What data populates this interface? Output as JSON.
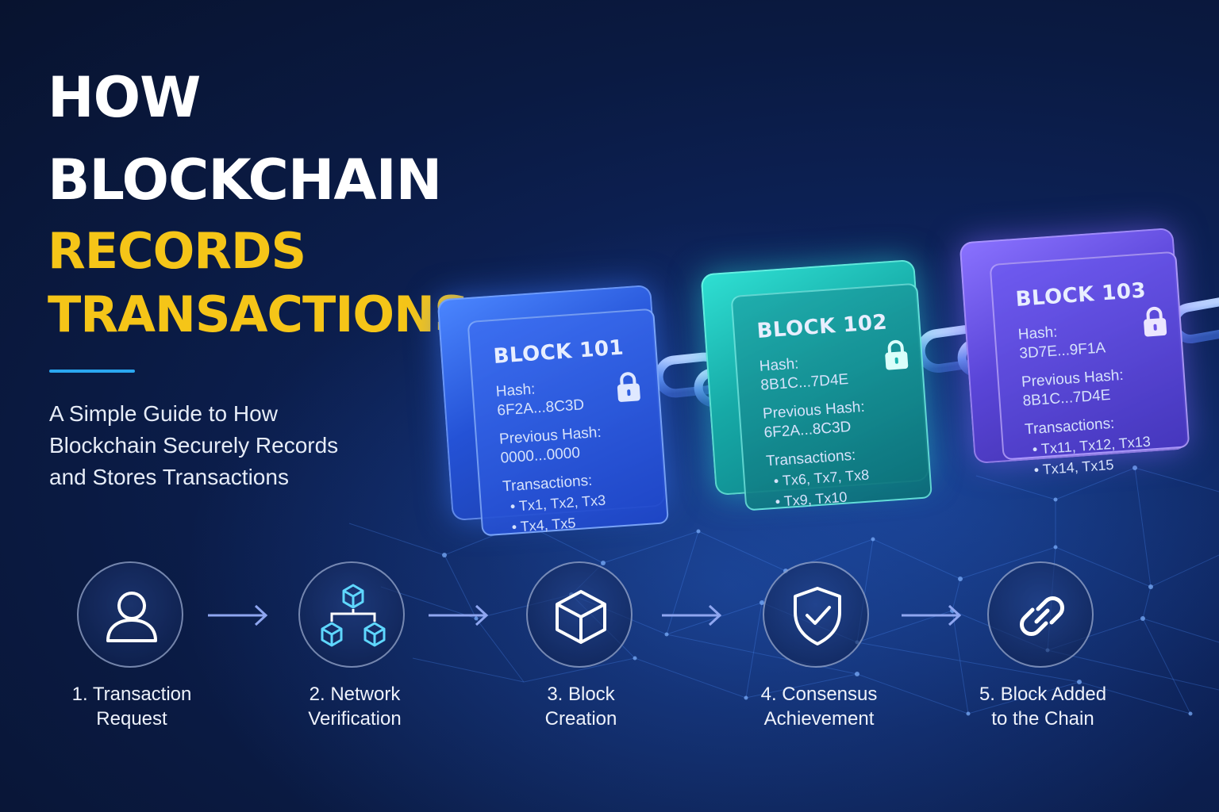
{
  "title": {
    "line1": "HOW",
    "line2": "BLOCKCHAIN",
    "line3": "RECORDS",
    "line4": "TRANSACTIONS"
  },
  "subtitle": "A Simple Guide to How Blockchain Securely Records and Stores Transactions",
  "blocks": [
    {
      "name": "BLOCK 101",
      "hash_label": "Hash:",
      "hash": "6F2A...8C3D",
      "prev_label": "Previous Hash:",
      "prev_hash": "0000...0000",
      "tx_label": "Transactions:",
      "tx_line1": "• Tx1, Tx2, Tx3",
      "tx_line2": "• Tx4, Tx5",
      "color": "#2f5fe0"
    },
    {
      "name": "BLOCK 102",
      "hash_label": "Hash:",
      "hash": "8B1C...7D4E",
      "prev_label": "Previous Hash:",
      "prev_hash": "6F2A...8C3D",
      "tx_label": "Transactions:",
      "tx_line1": "• Tx6, Tx7, Tx8",
      "tx_line2": "• Tx9, Tx10",
      "color": "#18b3ad"
    },
    {
      "name": "BLOCK 103",
      "hash_label": "Hash:",
      "hash": "3D7E...9F1A",
      "prev_label": "Previous Hash:",
      "prev_hash": "8B1C...7D4E",
      "tx_label": "Transactions:",
      "tx_line1": "• Tx11, Tx12, Tx13",
      "tx_line2": "• Tx14, Tx15",
      "color": "#6a52e6"
    }
  ],
  "steps": [
    {
      "line1": "1. Transaction",
      "line2": "Request",
      "icon": "user-icon"
    },
    {
      "line1": "2. Network",
      "line2": "Verification",
      "icon": "network-cubes-icon"
    },
    {
      "line1": "3. Block",
      "line2": "Creation",
      "icon": "cube-icon"
    },
    {
      "line1": "4. Consensus",
      "line2": "Achievement",
      "icon": "shield-check-icon"
    },
    {
      "line1": "5. Block Added",
      "line2": "to the Chain",
      "icon": "chain-link-icon"
    }
  ],
  "colors": {
    "title_white": "#ffffff",
    "title_yellow": "#f5c518",
    "accent_bar": "#2aa7f0",
    "background": "#0a1a42"
  }
}
